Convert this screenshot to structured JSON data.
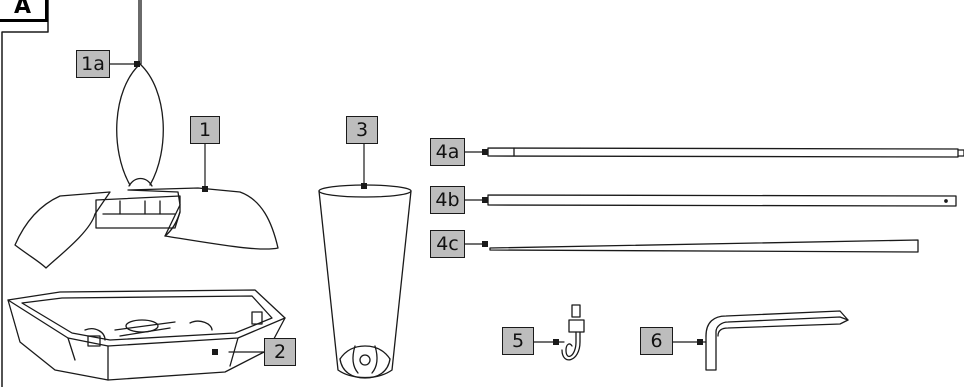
{
  "section": {
    "label": "A"
  },
  "parts": [
    {
      "id": "1a",
      "label": "1a",
      "name": "hanging-loop"
    },
    {
      "id": "1",
      "label": "1",
      "name": "roof"
    },
    {
      "id": "2",
      "label": "2",
      "name": "tray"
    },
    {
      "id": "3",
      "label": "3",
      "name": "seed-tube"
    },
    {
      "id": "4a",
      "label": "4a",
      "name": "pole-section-a"
    },
    {
      "id": "4b",
      "label": "4b",
      "name": "pole-section-b"
    },
    {
      "id": "4c",
      "label": "4c",
      "name": "pole-section-c"
    },
    {
      "id": "5",
      "label": "5",
      "name": "hook"
    },
    {
      "id": "6",
      "label": "6",
      "name": "allen-key"
    }
  ],
  "colors": {
    "callout_fill": "#bdbdbd",
    "line": "#1a1a1a"
  }
}
